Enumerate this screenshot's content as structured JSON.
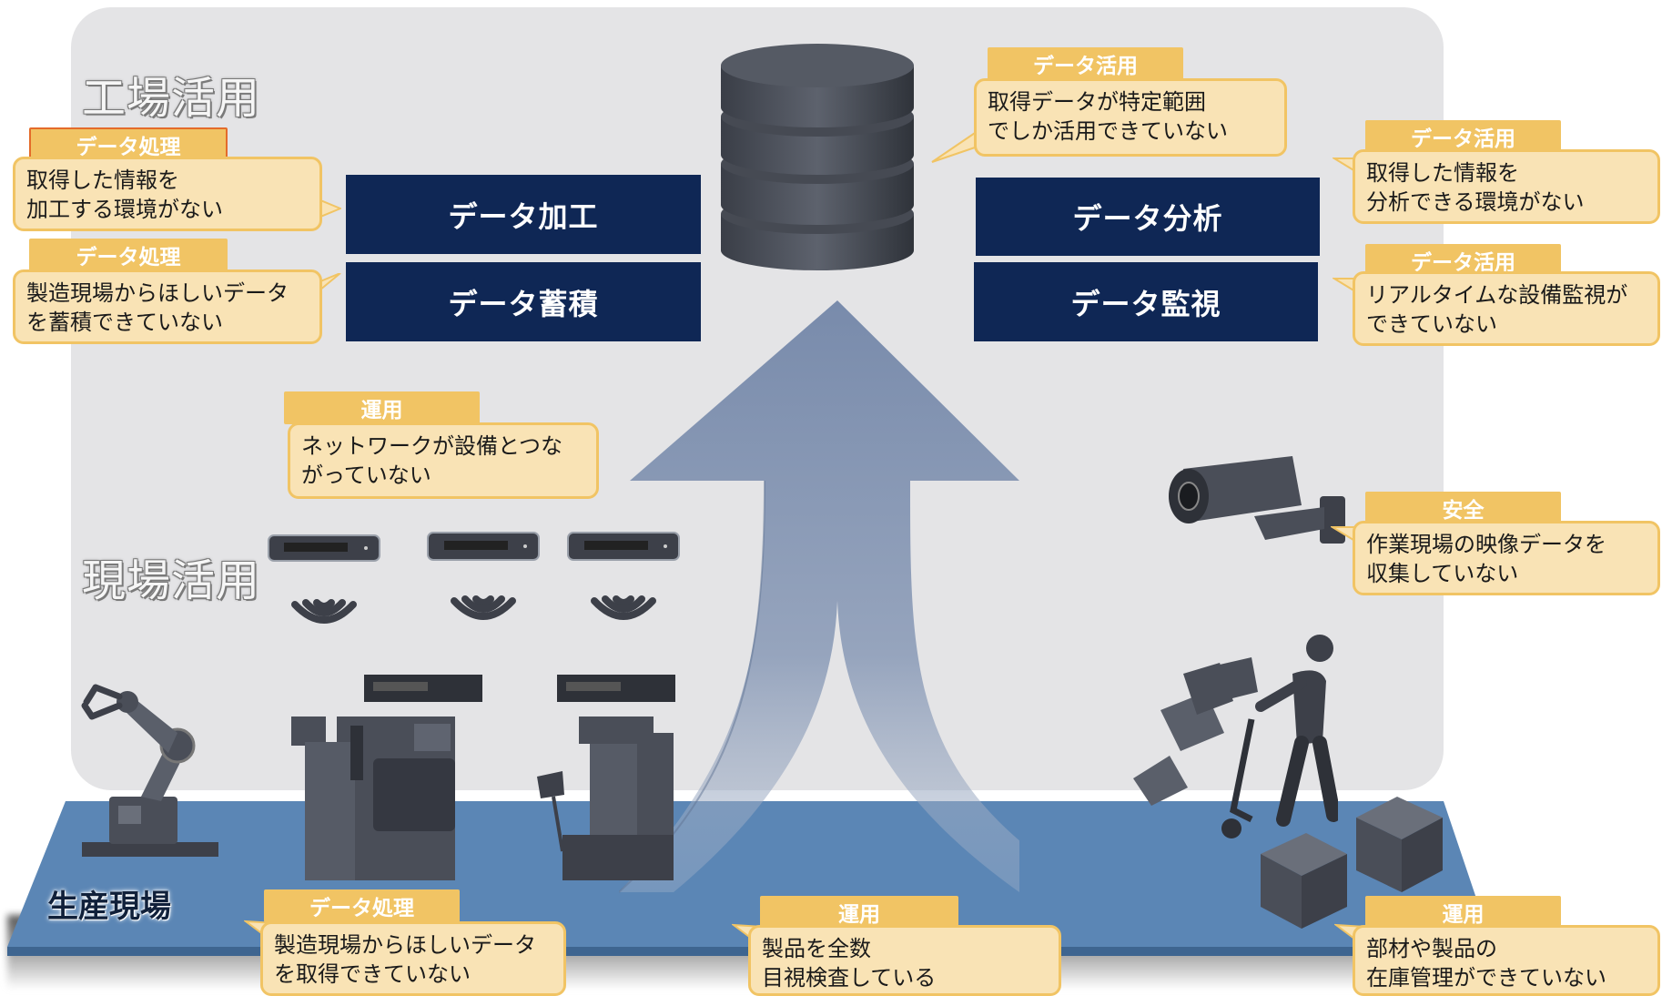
{
  "zones": {
    "factory_use": "工場活用",
    "site_use": "現場活用",
    "production_floor": "生産現場"
  },
  "functions": {
    "data_processing": "データ加工",
    "data_storage": "データ蓄積",
    "data_analysis": "データ分析",
    "data_monitoring": "データ監視"
  },
  "callouts": [
    {
      "tag": "データ処理",
      "lines": [
        "取得した情報を",
        "加工する環境がない"
      ]
    },
    {
      "tag": "データ処理",
      "lines": [
        "製造現場からほしいデータ",
        "を蓄積できていない"
      ]
    },
    {
      "tag": "データ活用",
      "lines": [
        "取得データが特定範囲",
        "でしか活用できていない"
      ]
    },
    {
      "tag": "データ活用",
      "lines": [
        "取得した情報を",
        "分析できる環境がない"
      ]
    },
    {
      "tag": "データ活用",
      "lines": [
        "リアルタイムな設備監視が",
        "できていない"
      ]
    },
    {
      "tag": "運用",
      "lines": [
        "ネットワークが設備とつな",
        "がっていない"
      ]
    },
    {
      "tag": "安全",
      "lines": [
        "作業現場の映像データを",
        "収集していない"
      ]
    },
    {
      "tag": "データ処理",
      "lines": [
        "製造現場からほしいデータ",
        "を取得できていない"
      ]
    },
    {
      "tag": "運用",
      "lines": [
        "製品を全数",
        "目視検査している"
      ]
    },
    {
      "tag": "運用",
      "lines": [
        "部材や製品の",
        "在庫管理ができていない"
      ]
    }
  ],
  "colors": {
    "panel": "#e4e4e6",
    "floor": "#5b86b5",
    "nav_box": "#0f2755",
    "tag": "#f1c464",
    "bubble": "#f9e3b5",
    "arrow": "#7d8fae",
    "equipment": "#4a4e58"
  },
  "icons": [
    "database-icon",
    "router-icon",
    "wifi-signal-icon",
    "robot-arm-icon",
    "machine-tool-icon",
    "security-camera-icon",
    "worker-hand-truck-icon",
    "cardboard-box-icon"
  ]
}
